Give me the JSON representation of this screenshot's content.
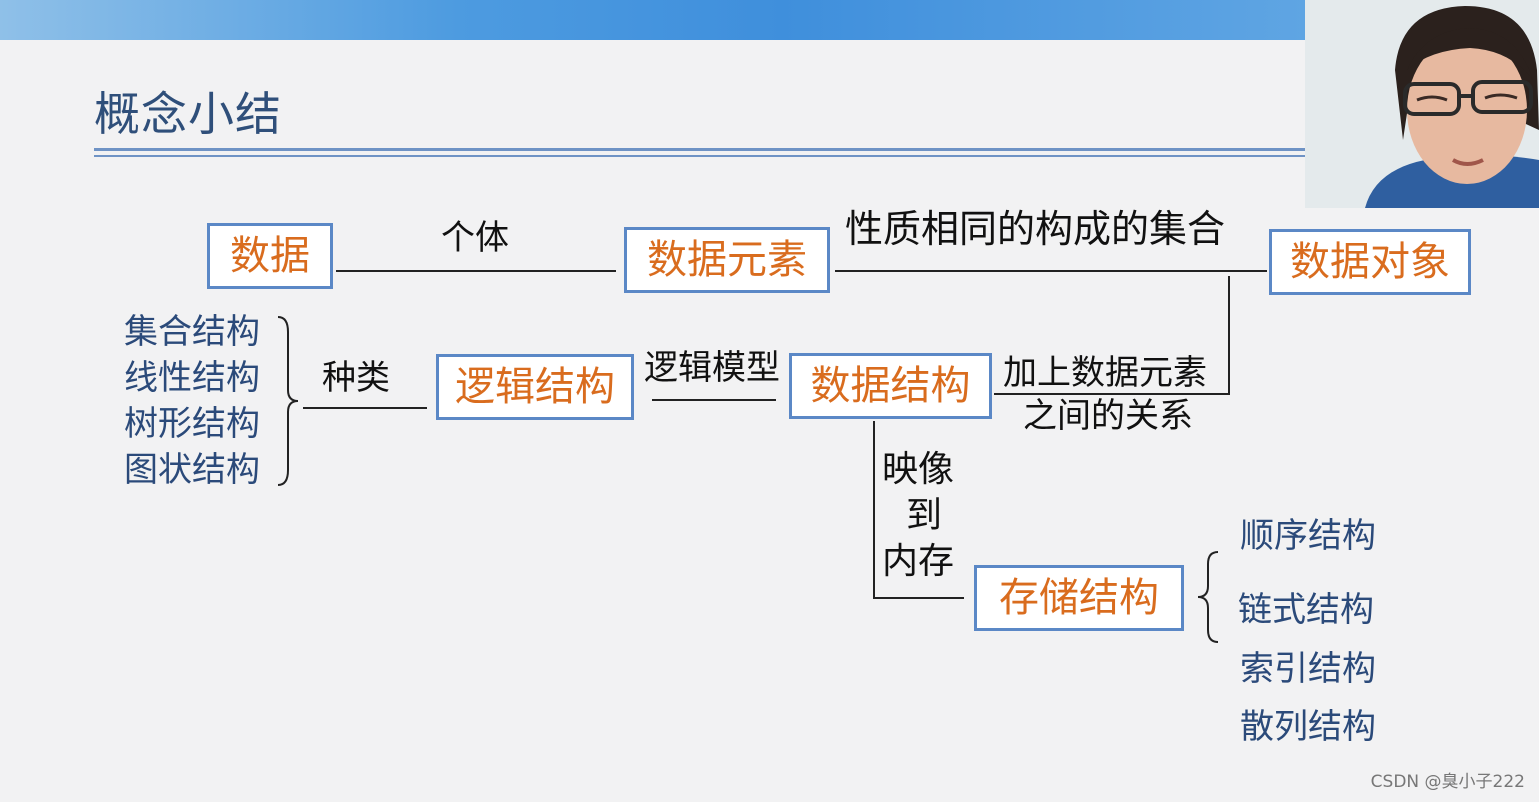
{
  "slide": {
    "title": "概念小结"
  },
  "nodes": {
    "data": "数据",
    "data_element": "数据元素",
    "data_object": "数据对象",
    "logical_structure": "逻辑结构",
    "data_structure": "数据结构",
    "storage_structure": "存储结构"
  },
  "edge_labels": {
    "individual": "个体",
    "same_nature_set": "性质相同的构成的集合",
    "kind": "种类",
    "logical_model": "逻辑模型",
    "relation_line1": "加上数据元素",
    "relation_line2": "之间的关系",
    "map_line1": "映像",
    "map_line2": "到",
    "map_line3": "内存"
  },
  "logical_types": [
    "集合结构",
    "线性结构",
    "树形结构",
    "图状结构"
  ],
  "storage_types": [
    "顺序结构",
    "链式结构",
    "索引结构",
    "散列结构"
  ],
  "watermark": "CSDN @臭小子222",
  "colors": {
    "header_bar": "#4d9be0",
    "title_text": "#2f4f7a",
    "box_border": "#5b88c6",
    "node_text": "#d96c1e",
    "list_text": "#2b4a7a"
  }
}
